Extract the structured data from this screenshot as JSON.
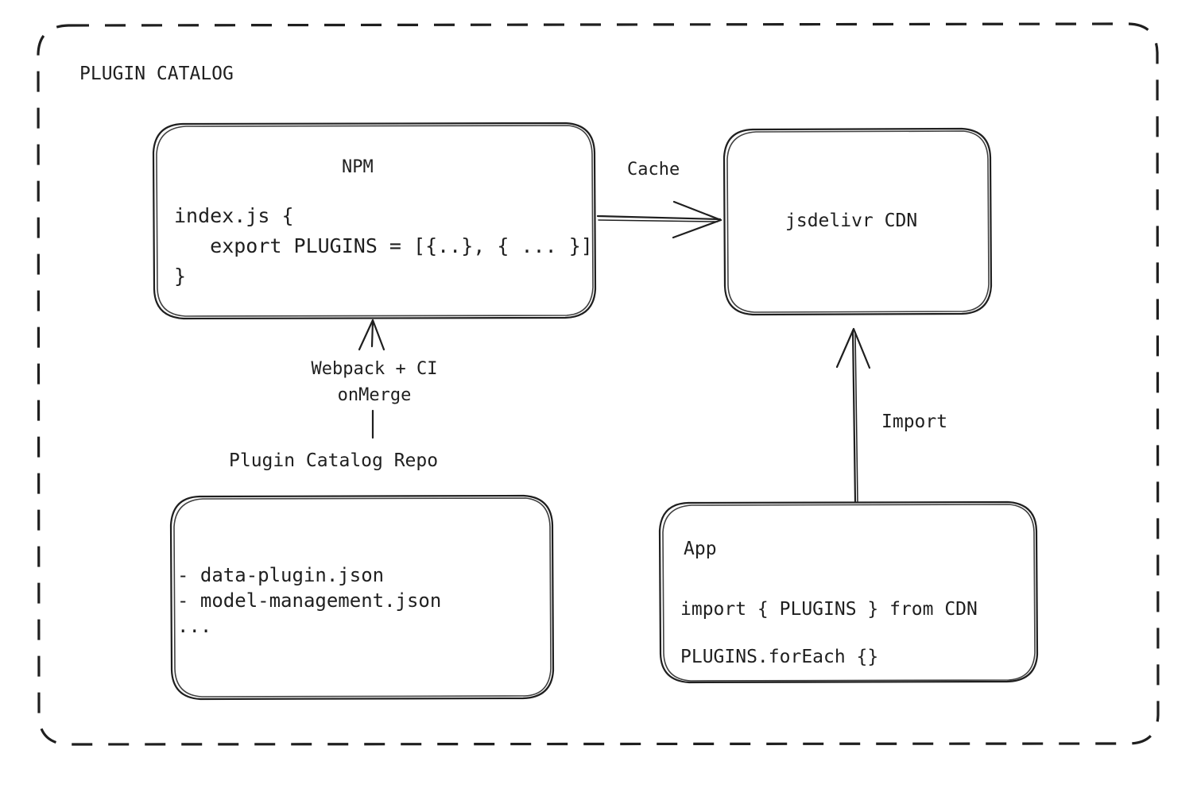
{
  "diagram": {
    "title": "PLUGIN CATALOG",
    "background": "#ffffff",
    "ink": "#1f1f1f",
    "style": "hand-drawn"
  },
  "nodes": {
    "npm": {
      "title": "NPM",
      "code_line_1": "index.js {",
      "code_line_2": "   export PLUGINS = [{..}, { ... }]",
      "code_line_3": "}"
    },
    "cdn": {
      "title": "jsdelivr CDN"
    },
    "repo": {
      "label": "Plugin Catalog Repo",
      "item_1": "- data-plugin.json",
      "item_2": "- model-management.json",
      "item_3": "..."
    },
    "app": {
      "title": "App",
      "code_line_1": "import { PLUGINS } from CDN",
      "code_line_2": "PLUGINS.forEach {}"
    }
  },
  "edges": {
    "cache": {
      "label": "Cache",
      "from": "npm",
      "to": "cdn",
      "direction": "right"
    },
    "build": {
      "label_line_1": "Webpack + CI",
      "label_line_2": "onMerge",
      "from": "repo",
      "to": "npm",
      "direction": "up"
    },
    "import": {
      "label": "Import",
      "from": "app",
      "to": "cdn",
      "direction": "up"
    }
  }
}
